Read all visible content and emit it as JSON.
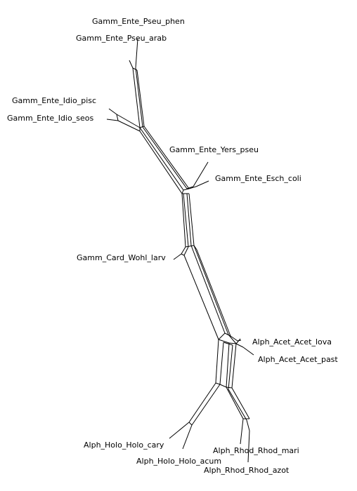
{
  "network": {
    "taxa": [
      "Gamm_Ente_Pseu_phen",
      "Gamm_Ente_Pseu_arab",
      "Gamm_Ente_Idio_pisc",
      "Gamm_Ente_Idio_seos",
      "Gamm_Ente_Yers_pseu",
      "Gamm_Ente_Esch_coli",
      "Gamm_Card_Wohl_larv",
      "Alph_Acet_Acet_lova",
      "Alph_Acet_Acet_past",
      "Alph_Holo_Holo_cary",
      "Alph_Holo_Holo_acum",
      "Alph_Rhod_Rhod_mari",
      "Alph_Rhod_Rhod_azot"
    ],
    "line_color": "#000000"
  }
}
